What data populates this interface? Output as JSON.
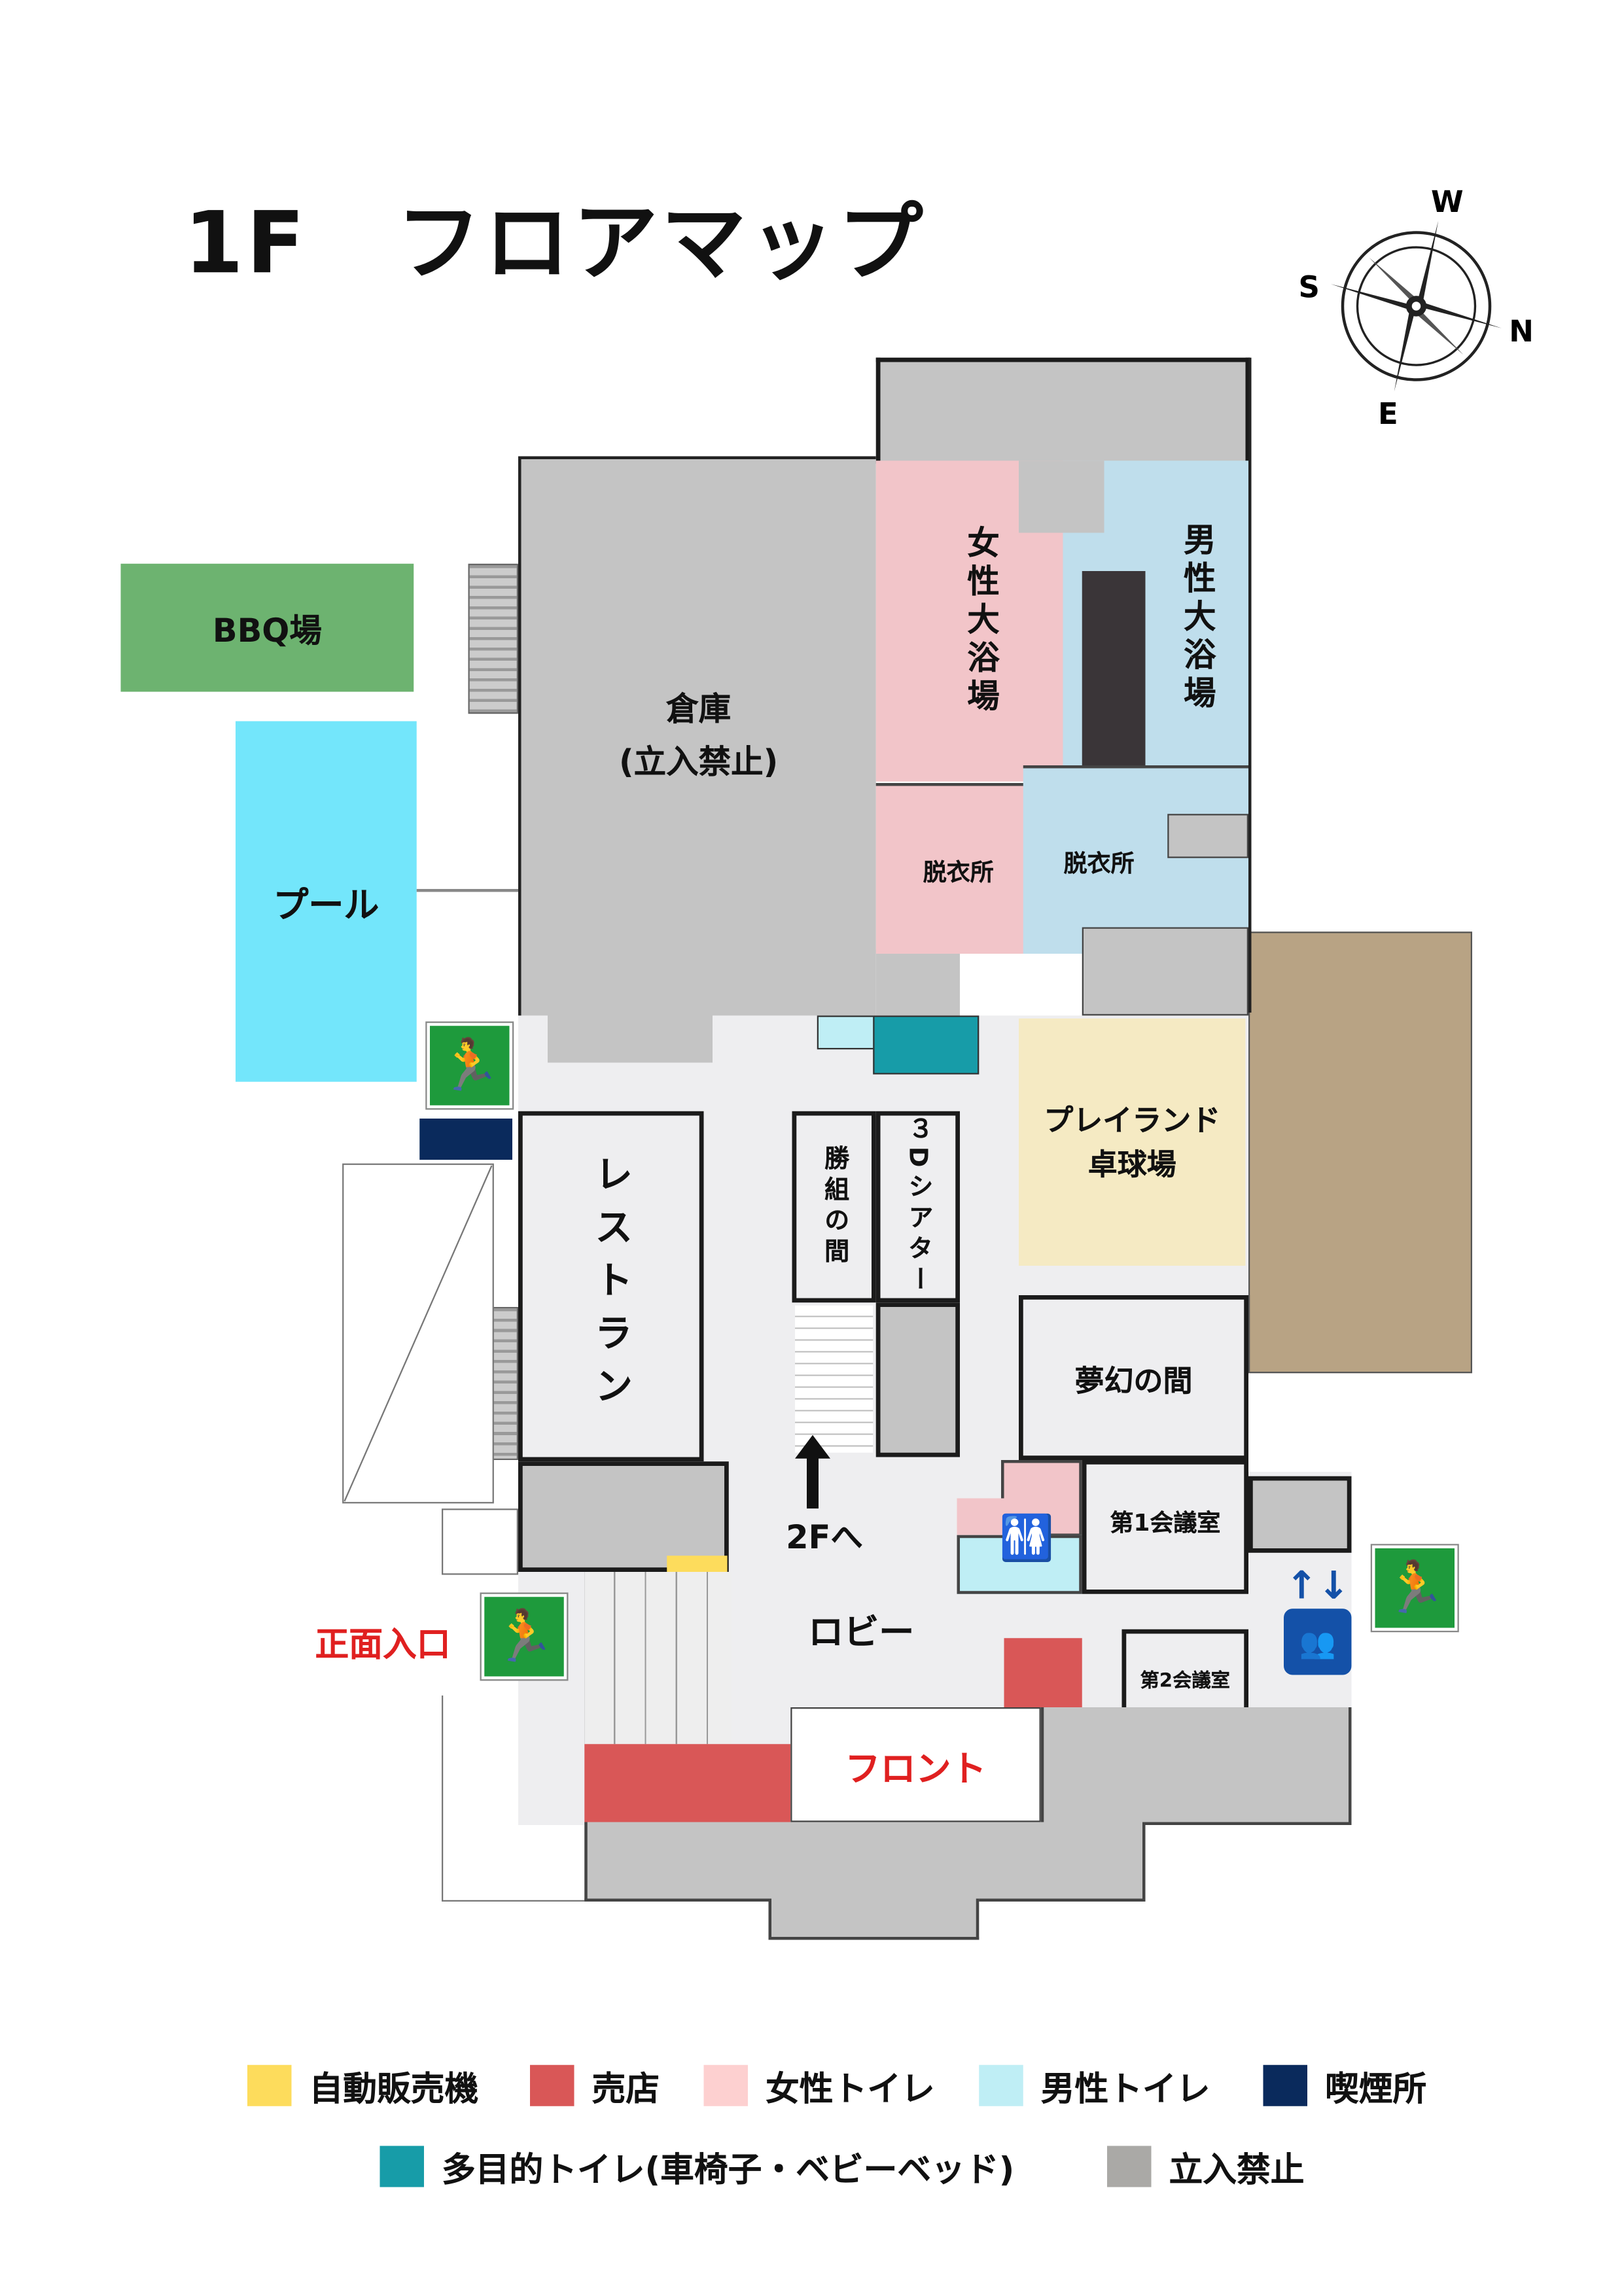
{
  "title": "1F　フロアマップ",
  "compass": {
    "w": "W",
    "s": "S",
    "n": "N",
    "e": "E"
  },
  "rooms": {
    "bbq": "BBQ場",
    "pool": "プール",
    "warehouse": "倉庫\n(立入禁止)",
    "womens_bath": "女性大浴場",
    "mens_bath": "男性大浴場",
    "womens_changing": "脱衣所",
    "mens_changing": "脱衣所",
    "restaurant": "レストラン",
    "kachigumi": "勝組の間",
    "theater": "３Dシアター",
    "playland": "プレイランド\n卓球場",
    "mugen": "夢幻の間",
    "meeting1": "第1会議室",
    "meeting2": "第2会議室",
    "stairs_up": "2Fへ",
    "lobby": "ロビー",
    "front": "フロント",
    "main_entrance": "正面入口"
  },
  "colors": {
    "vending": "#fddc5c",
    "shop": "#d95757",
    "womens_toilet": "#fdd0d0",
    "mens_toilet": "#bfeef5",
    "smoking": "#0a2a5c",
    "multi_toilet": "#179ca8",
    "restricted": "#aaa9a6",
    "exit_green": "#1e9a3c",
    "pool": "#73e6fb",
    "bbq": "#6db370",
    "playland": "#f5eac3",
    "tan": "#b8a384"
  },
  "legend": [
    {
      "label": "自動販売機",
      "color": "#fddc5c"
    },
    {
      "label": "売店",
      "color": "#d95757"
    },
    {
      "label": "女性トイレ",
      "color": "#fdd0d0"
    },
    {
      "label": "男性トイレ",
      "color": "#bfeef5"
    },
    {
      "label": "喫煙所",
      "color": "#0a2a5c"
    },
    {
      "label": "多目的トイレ(車椅子・ベビーベッド)",
      "color": "#179ca8"
    },
    {
      "label": "立入禁止",
      "color": "#aaa9a6"
    }
  ],
  "icons": [
    "exit-sign-icon",
    "elevator-icon",
    "restroom-icon",
    "compass-icon",
    "up-arrow-icon"
  ]
}
